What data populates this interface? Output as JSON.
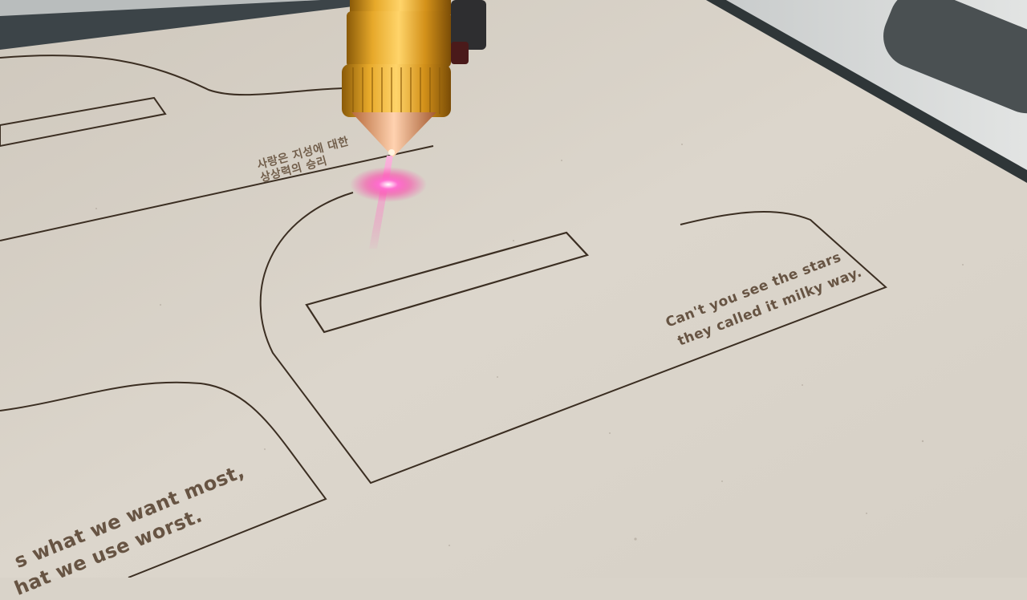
{
  "scene": {
    "description_type": "photo",
    "colors": {
      "board": "#d9d3c9",
      "engraving": "#5e4a38",
      "nozzle_gold": "#d99a1c",
      "laser_pink": "#ff3aa8"
    }
  },
  "engravings": {
    "right_line1": "Can't you see the stars",
    "right_line2": "they called it milky way.",
    "korean_line1": "사랑은 지성에 대한",
    "korean_line2": "상상력의 승리",
    "left_line1": "s what we want most,",
    "left_line2": "hat we use worst."
  }
}
